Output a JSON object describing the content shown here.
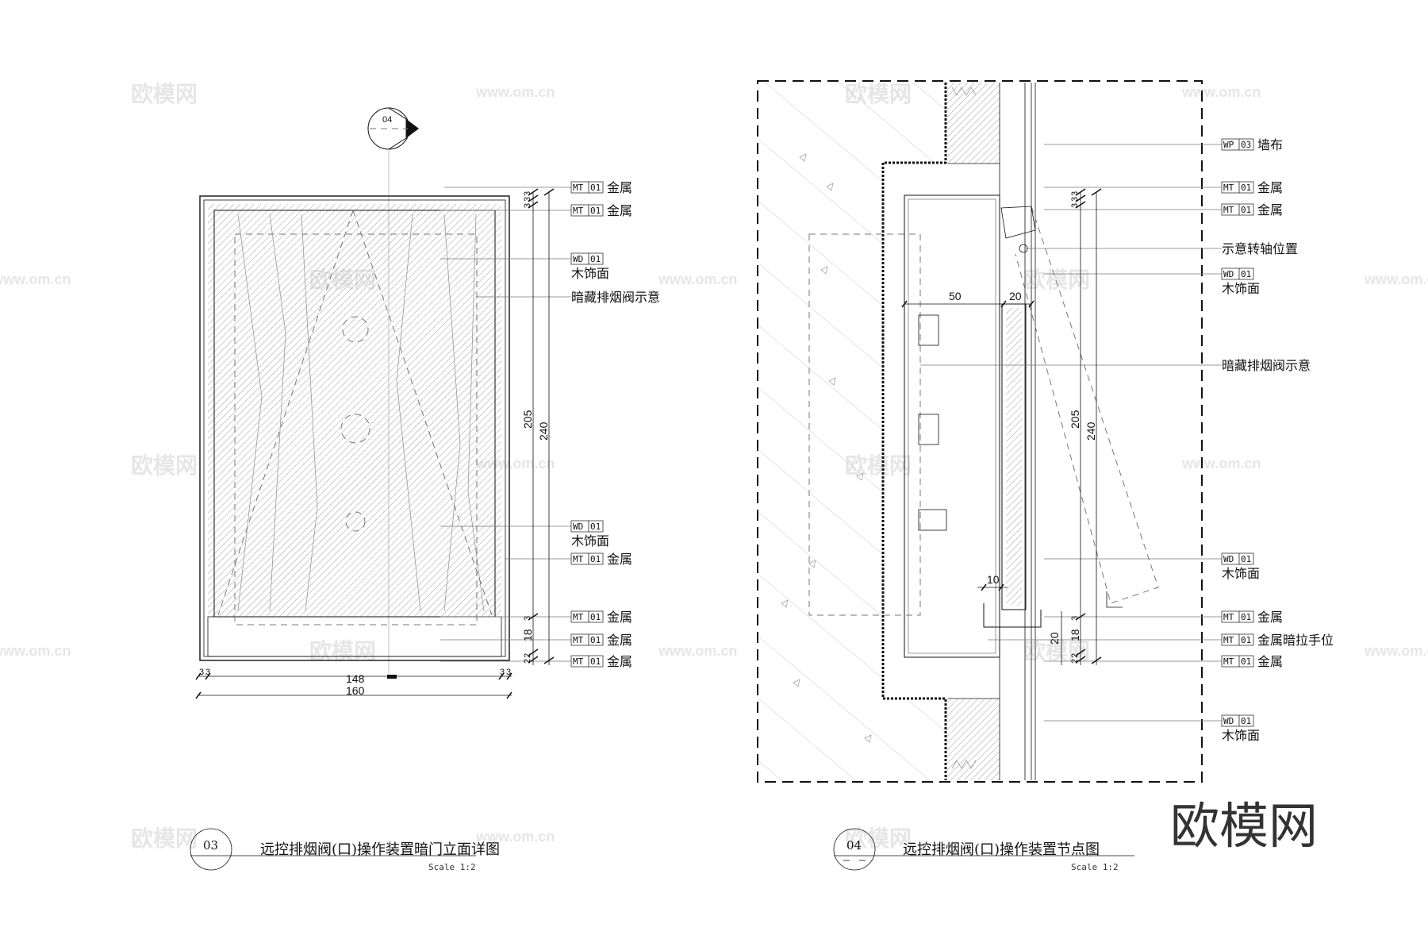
{
  "watermarks": {
    "brand": "欧模网",
    "url": "www.om.cn",
    "logo": "欧模网"
  },
  "left_drawing": {
    "section_mark": "04",
    "callouts": [
      {
        "code_a": "MT",
        "code_b": "01",
        "label": "金属"
      },
      {
        "code_a": "MT",
        "code_b": "01",
        "label": "金属"
      },
      {
        "code_a": "WD",
        "code_b": "01",
        "label": "木饰面"
      },
      {
        "code_a": "",
        "code_b": "",
        "label": "暗藏排烟阀示意"
      },
      {
        "code_a": "WD",
        "code_b": "01",
        "label": "木饰面"
      },
      {
        "code_a": "MT",
        "code_b": "01",
        "label": "金属"
      },
      {
        "code_a": "MT",
        "code_b": "01",
        "label": "金属"
      },
      {
        "code_a": "MT",
        "code_b": "01",
        "label": "金属"
      },
      {
        "code_a": "MT",
        "code_b": "01",
        "label": "金属"
      }
    ],
    "dims": {
      "width_inner": "148",
      "width_total": "160",
      "side_left": "3",
      "side_left2": "3",
      "side_right": "3",
      "side_right2": "3",
      "height_inner": "205",
      "height_total": "240",
      "base": "18",
      "top_a": "3",
      "top_b": "3",
      "top_c": "3",
      "mid": "3",
      "bot_a": "2",
      "bot_b": "2"
    },
    "title_number": "03",
    "title": "远控排烟阀(口)操作装置暗门立面详图",
    "scale": "Scale 1:2"
  },
  "right_drawing": {
    "callouts": [
      {
        "code_a": "WP",
        "code_b": "03",
        "label": "墙布"
      },
      {
        "code_a": "MT",
        "code_b": "01",
        "label": "金属"
      },
      {
        "code_a": "MT",
        "code_b": "01",
        "label": "金属"
      },
      {
        "code_a": "",
        "code_b": "",
        "label": "示意转轴位置"
      },
      {
        "code_a": "WD",
        "code_b": "01",
        "label": "木饰面"
      },
      {
        "code_a": "",
        "code_b": "",
        "label": "暗藏排烟阀示意"
      },
      {
        "code_a": "WD",
        "code_b": "01",
        "label": "木饰面"
      },
      {
        "code_a": "MT",
        "code_b": "01",
        "label": "金属"
      },
      {
        "code_a": "MT",
        "code_b": "01",
        "label": "金属暗拉手位"
      },
      {
        "code_a": "MT",
        "code_b": "01",
        "label": "金属"
      },
      {
        "code_a": "WD",
        "code_b": "01",
        "label": "木饰面"
      }
    ],
    "dims": {
      "d50": "50",
      "d20": "20",
      "d10": "10",
      "d20b": "20",
      "height_inner": "205",
      "height_total": "240",
      "base": "18",
      "top_a": "3",
      "top_b": "3",
      "top_c": "3",
      "mid": "3",
      "bot_a": "2",
      "bot_b": "2"
    },
    "title_number": "04",
    "title": "远控排烟阀(口)操作装置节点图",
    "scale": "Scale 1:2"
  }
}
